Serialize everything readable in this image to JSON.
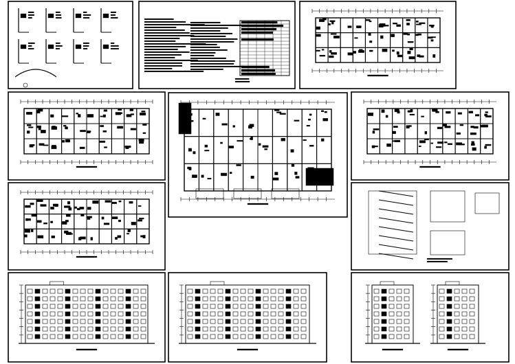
{
  "colors": {
    "background": "#ffffff",
    "ink": "#000000"
  },
  "sheets": [
    {
      "kind": "details"
    },
    {
      "kind": "notes-table"
    },
    {
      "kind": "floor-plan"
    },
    {
      "kind": "floor-plan"
    },
    {
      "kind": "site-plan"
    },
    {
      "kind": "floor-plan"
    },
    {
      "kind": "floor-plan"
    },
    {
      "kind": "section"
    },
    {
      "kind": "elevation"
    },
    {
      "kind": "elevation"
    },
    {
      "kind": "side-elevation"
    }
  ]
}
